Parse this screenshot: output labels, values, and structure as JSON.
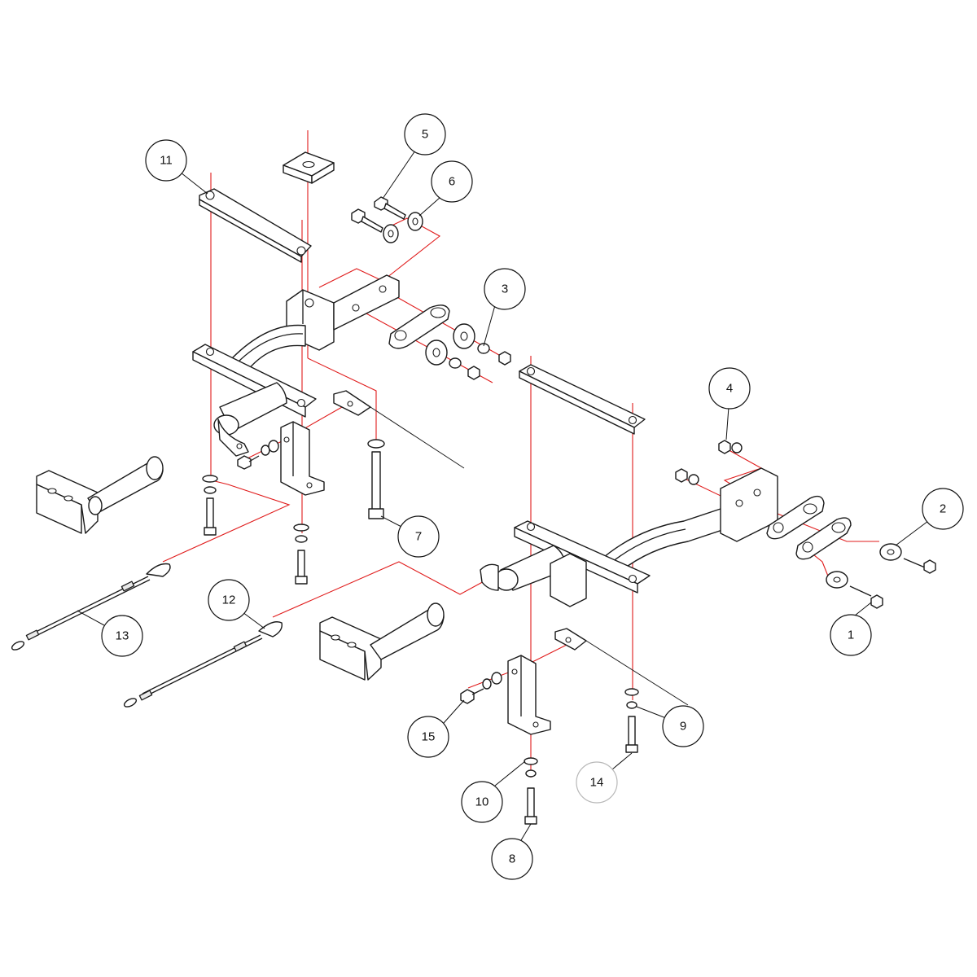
{
  "diagram": {
    "type": "exploded-assembly",
    "colors": {
      "part_outline": "#1a1a1a",
      "assembly_line": "#e01b1b",
      "callout_border": "#111111",
      "background": "#ffffff"
    },
    "callouts": [
      {
        "id": "c1",
        "label": "1"
      },
      {
        "id": "c2",
        "label": "2"
      },
      {
        "id": "c3",
        "label": "3"
      },
      {
        "id": "c4",
        "label": "4"
      },
      {
        "id": "c5",
        "label": "5"
      },
      {
        "id": "c6",
        "label": "6"
      },
      {
        "id": "c7",
        "label": "7"
      },
      {
        "id": "c8",
        "label": "8"
      },
      {
        "id": "c9",
        "label": "9"
      },
      {
        "id": "c10",
        "label": "10"
      },
      {
        "id": "c11",
        "label": "11"
      },
      {
        "id": "c12",
        "label": "12"
      },
      {
        "id": "c13",
        "label": "13"
      },
      {
        "id": "c14",
        "label": "14"
      },
      {
        "id": "c15",
        "label": "15"
      }
    ]
  }
}
